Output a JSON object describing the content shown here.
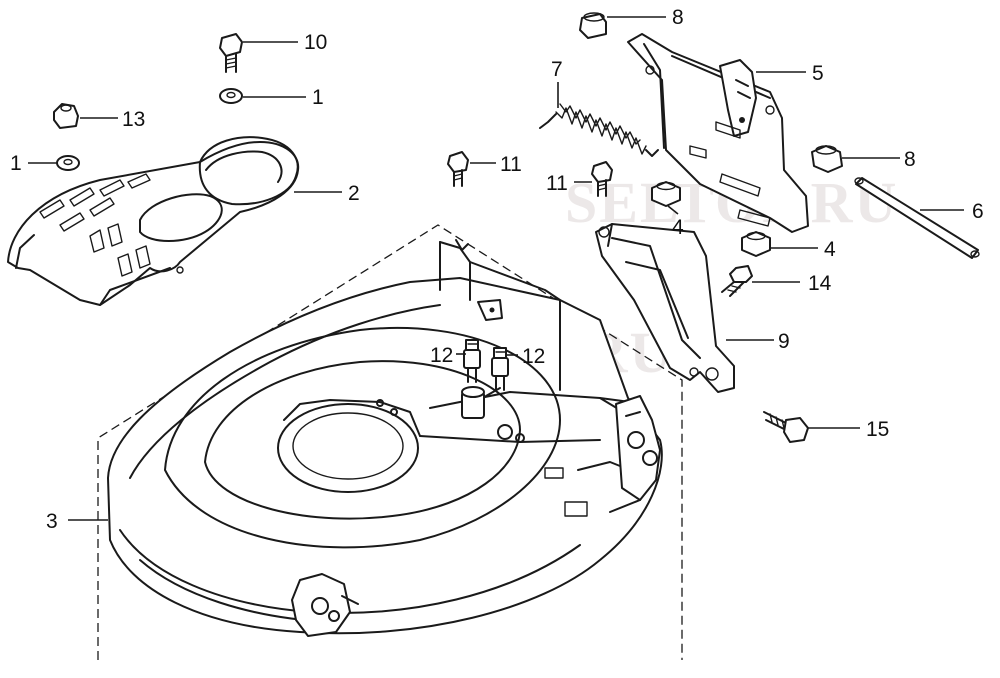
{
  "watermark": "SELTOP.RU",
  "callouts": [
    {
      "id": "c10",
      "label": "10"
    },
    {
      "id": "c1a",
      "label": "1"
    },
    {
      "id": "c13",
      "label": "13"
    },
    {
      "id": "c1b",
      "label": "1"
    },
    {
      "id": "c2",
      "label": "2"
    },
    {
      "id": "c3",
      "label": "3"
    },
    {
      "id": "c8a",
      "label": "8"
    },
    {
      "id": "c7",
      "label": "7"
    },
    {
      "id": "c5",
      "label": "5"
    },
    {
      "id": "c8b",
      "label": "8"
    },
    {
      "id": "c11a",
      "label": "11"
    },
    {
      "id": "c11b",
      "label": "11"
    },
    {
      "id": "c4a",
      "label": "4"
    },
    {
      "id": "c6",
      "label": "6"
    },
    {
      "id": "c4b",
      "label": "4"
    },
    {
      "id": "c14",
      "label": "14"
    },
    {
      "id": "c9",
      "label": "9"
    },
    {
      "id": "c12a",
      "label": "12"
    },
    {
      "id": "c12b",
      "label": "12"
    },
    {
      "id": "c15",
      "label": "15"
    }
  ]
}
